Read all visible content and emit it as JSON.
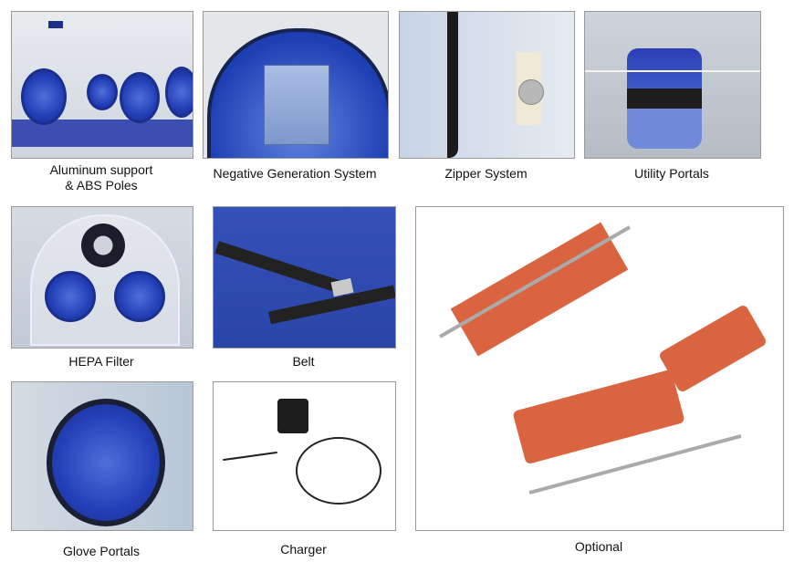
{
  "items": [
    {
      "caption_line1": "Aluminum support",
      "caption_line2": "& ABS Poles"
    },
    {
      "caption": "Negative Generation System"
    },
    {
      "caption": "Zipper System"
    },
    {
      "caption": "Utility Portals"
    },
    {
      "caption": "HEPA Filter"
    },
    {
      "caption": "Belt"
    },
    {
      "caption": "Optional"
    },
    {
      "caption": "Glove Portals"
    },
    {
      "caption": "Charger"
    }
  ],
  "colors": {
    "portal_blue": "#2440b8",
    "stretcher_orange": "#d9643f",
    "belt_black": "#222222"
  }
}
